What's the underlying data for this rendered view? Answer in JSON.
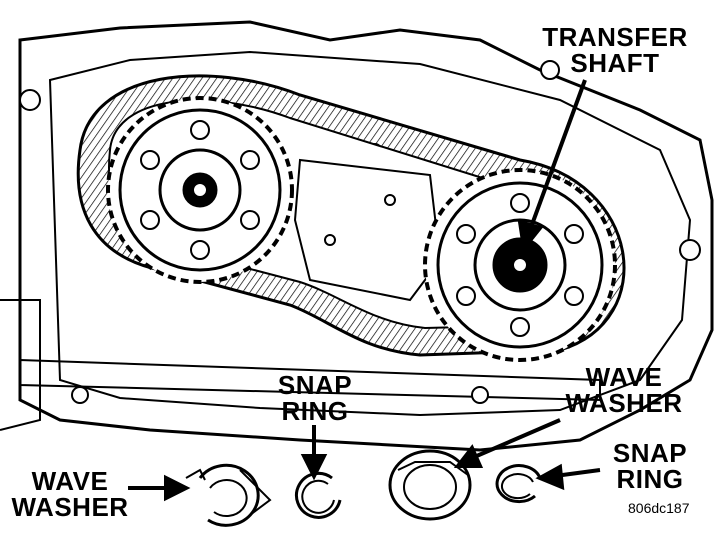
{
  "labels": {
    "transfer_shaft": [
      "TRANSFER",
      "SHAFT"
    ],
    "snap_ring_center": [
      "SNAP",
      "RING"
    ],
    "wave_washer_right": [
      "WAVE",
      "WASHER"
    ],
    "wave_washer_left": [
      "WAVE",
      "WASHER"
    ],
    "snap_ring_right": [
      "SNAP",
      "RING"
    ]
  },
  "figure_code": "806dc187",
  "colors": {
    "ink": "#000000",
    "paper": "#ffffff"
  }
}
